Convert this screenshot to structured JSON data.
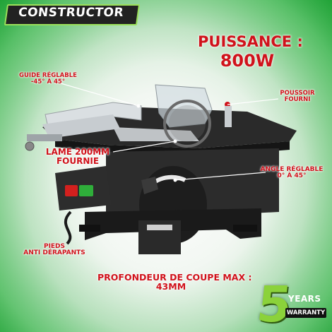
{
  "brand": {
    "name": "CONSTRUCTOR"
  },
  "labels": {
    "power_line1": "PUISSANCE :",
    "power_line2": "800W",
    "guide_line1": "GUIDE RÉGLABLE",
    "guide_line2": "-45° À 45°",
    "pousseur_line1": "POUSSOIR",
    "pousseur_line2": "FOURNI",
    "lame_line1": "LAME 200MM",
    "lame_line2": "FOURNIE",
    "angle_line1": "ANGLE RÉGLABLE",
    "angle_line2": "0° À 45°",
    "pieds_line1": "PIEDS",
    "pieds_line2": "ANTI DÉRAPANTS",
    "prof_line1": "PROFONDEUR DE COUPE MAX :",
    "prof_line2": "43MM"
  },
  "warranty": {
    "number": "5",
    "years": "YEARS",
    "label": "WARRANTY"
  },
  "colors": {
    "label_red": "#d0121b",
    "brand_green": "#31b24a",
    "warranty_green": "#8bd23a",
    "switch_green": "#2fae3a",
    "switch_red": "#d3201e"
  }
}
